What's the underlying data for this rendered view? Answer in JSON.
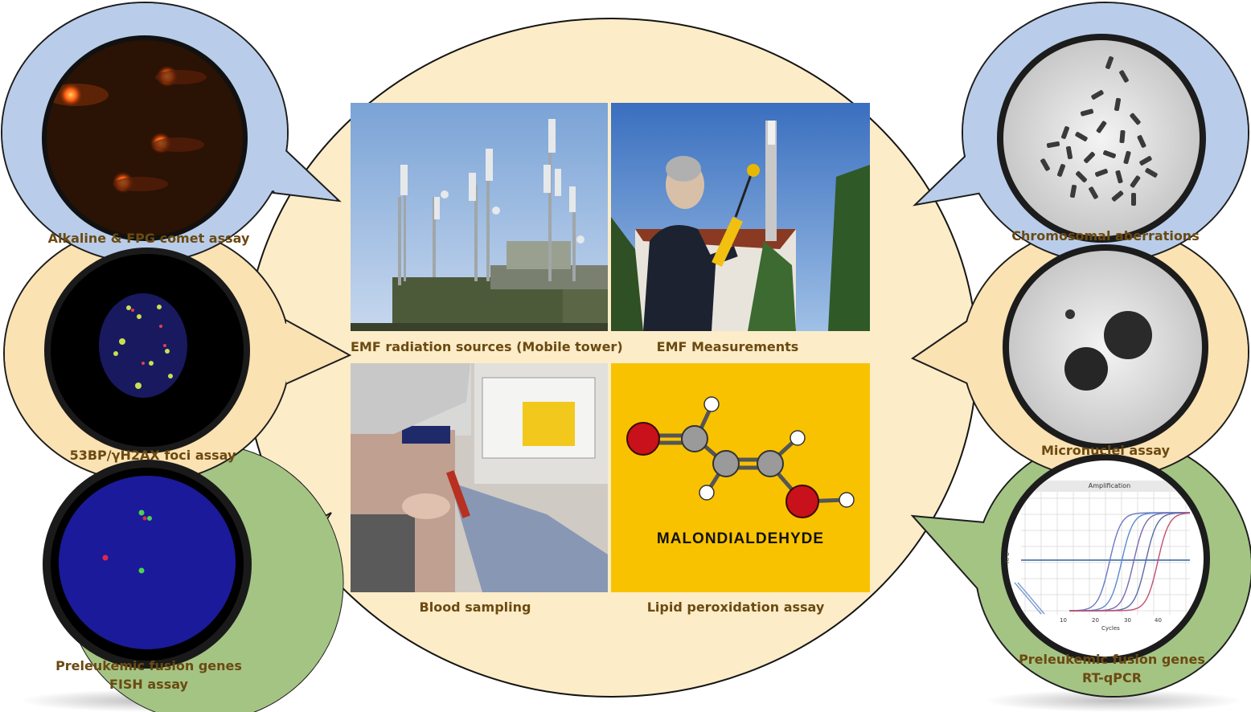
{
  "colors": {
    "blue_bubble": "#b9cdea",
    "yellow_bubble": "#fbe2b2",
    "green_bubble": "#a4c484",
    "center_ellipse": "#fcecc8",
    "label": "#6b4a12",
    "malondialdehyde_bg": "#f9c200"
  },
  "center": {
    "panels": [
      {
        "id": "towers",
        "caption": "EMF radiation sources (Mobile tower)",
        "image": "mobile-tower-photo"
      },
      {
        "id": "measure",
        "caption": "EMF Measurements",
        "image": "emf-measurement-photo"
      },
      {
        "id": "blood",
        "caption": "Blood sampling",
        "image": "blood-sampling-photo"
      },
      {
        "id": "lipid",
        "caption": "Lipid peroxidation assay",
        "image": "malondialdehyde-molecule",
        "molecule_label": "MALONDIALDEHYDE"
      }
    ]
  },
  "left": {
    "comet": {
      "label": "Alkaline & FPG comet assay"
    },
    "foci": {
      "label": "53BP/γH2AX foci assay"
    },
    "fish": {
      "label_line1": "Preleukemic fusion genes",
      "label_line2": "FISH assay"
    }
  },
  "right": {
    "chromosome": {
      "label": "Chromosomal aberrations"
    },
    "micronuclei": {
      "label": "Micronuclei assay"
    },
    "qpcr": {
      "label_line1": "Preleukemic fusion genes",
      "label_line2": "RT-qPCR",
      "chart_title": "Amplification",
      "y_axis_label": "RFU",
      "x_axis_label": "Cycles",
      "x_ticks": [
        "10",
        "20",
        "30",
        "40"
      ]
    }
  }
}
